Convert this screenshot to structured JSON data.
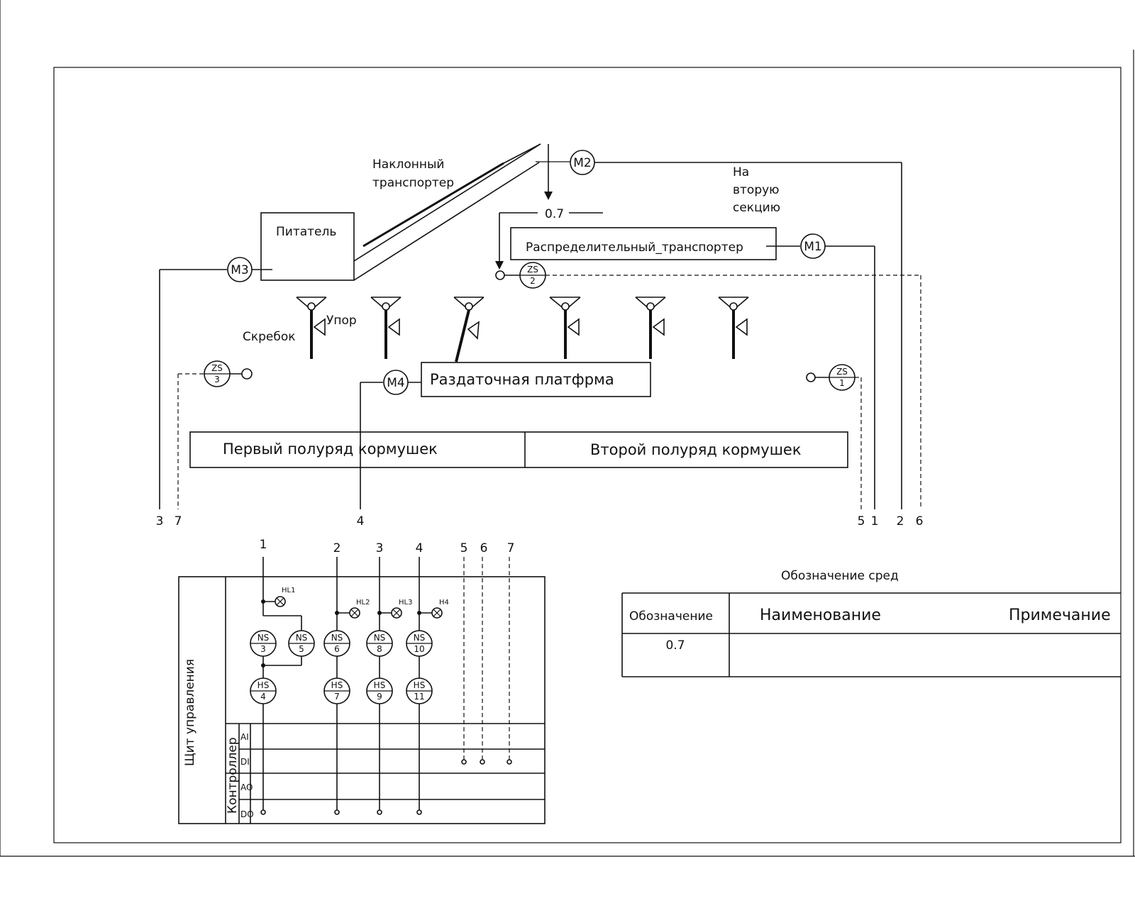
{
  "equipment": {
    "feeder": "Питатель",
    "incline_conveyor_line1": "Наклонный",
    "incline_conveyor_line2": "транспортер",
    "distribution_conveyor": "Распределительный_транспортер",
    "second_section_line1": "На",
    "second_section_line2": "вторую",
    "second_section_line3": "секцию",
    "scraper": "Скребок",
    "stop": "Упор",
    "platform": "Раздаточная платфрма",
    "row1": "Первый полуряд кормушек",
    "row2": "Второй полуряд кормушек"
  },
  "medium_code": "0.7",
  "motors": [
    "M1",
    "M2",
    "M3",
    "M4"
  ],
  "limit_switches": [
    {
      "code": "ZS",
      "num": "1"
    },
    {
      "code": "ZS",
      "num": "2"
    },
    {
      "code": "ZS",
      "num": "3"
    }
  ],
  "line_numbers_top": {
    "n3": "3",
    "n7": "7",
    "n4": "4",
    "n5": "5",
    "n1": "1",
    "n2": "2",
    "n6": "6"
  },
  "panel": {
    "title": "Щит управления",
    "controller": "Контроллер",
    "rows": [
      "AI",
      "DI",
      "AO",
      "DO"
    ],
    "columns": [
      "1",
      "2",
      "3",
      "4",
      "5",
      "6",
      "7"
    ],
    "lamps": [
      "HL1",
      "HL2",
      "HL3",
      "H4"
    ],
    "ns": [
      {
        "code": "NS",
        "num": "3"
      },
      {
        "code": "NS",
        "num": "5"
      },
      {
        "code": "NS",
        "num": "6"
      },
      {
        "code": "NS",
        "num": "8"
      },
      {
        "code": "NS",
        "num": "10"
      }
    ],
    "hs": [
      {
        "code": "HS",
        "num": "4"
      },
      {
        "code": "HS",
        "num": "7"
      },
      {
        "code": "HS",
        "num": "9"
      },
      {
        "code": "HS",
        "num": "11"
      }
    ]
  },
  "legend": {
    "title": "Обозначение сред",
    "headers": [
      "Обозначение",
      "Наименование",
      "Примечание"
    ],
    "rows": [
      {
        "code": "0.7",
        "name": "",
        "note": ""
      }
    ]
  }
}
